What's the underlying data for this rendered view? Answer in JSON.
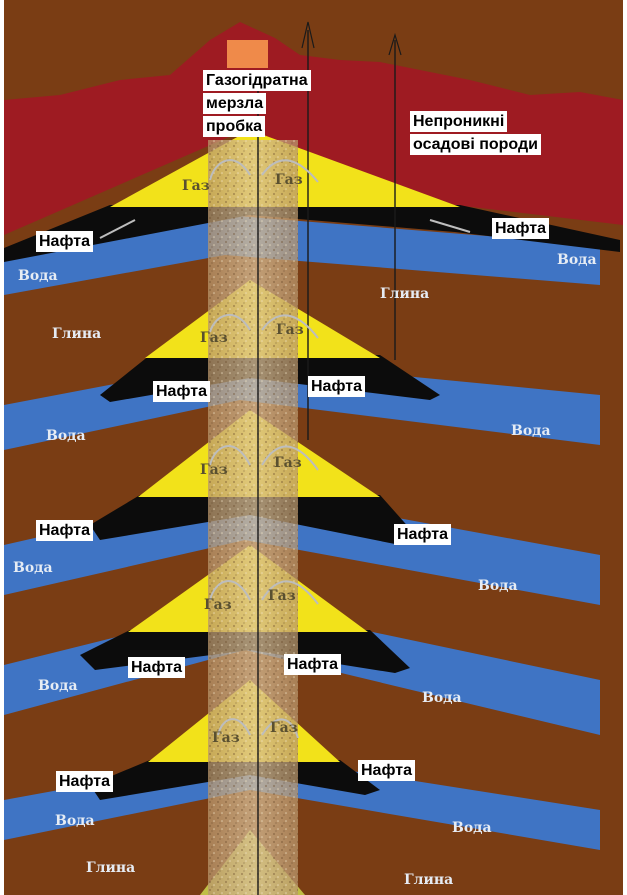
{
  "colors": {
    "top_rock": "#9e1b22",
    "clay": "#7a3d14",
    "water": "#3f74c4",
    "oil": "#0c0c0c",
    "gas": "#f2e21a",
    "ice": "#ef8a4a",
    "column": "#c9a97a"
  },
  "labels": {
    "hydrate_plug": [
      "Газогідратна",
      "мерзла",
      "пробка"
    ],
    "impermeable_rocks": [
      "Непроникні",
      "осадові породи"
    ],
    "oil": "Нафта",
    "gas": "Газ",
    "water": "Вода",
    "clay": "Глина"
  }
}
